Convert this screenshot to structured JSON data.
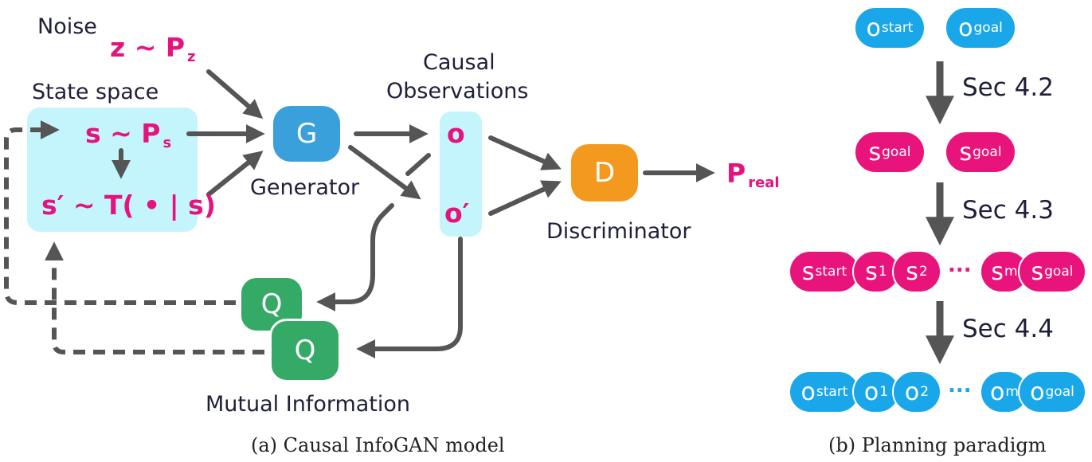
{
  "left": {
    "noise_label": "Noise",
    "z_expr": "z ~ P",
    "z_sub": "z",
    "state_space_label": "State space",
    "s_expr": "s ~ P",
    "s_sub": "s",
    "s_prime_expr": "s′ ~ T( • | s)",
    "generator_node": "G",
    "generator_label": "Generator",
    "causal_obs_label_1": "Causal",
    "causal_obs_label_2": "Observations",
    "obs_o": "o",
    "obs_o_prime": "o′",
    "discriminator_node": "D",
    "discriminator_label": "Discriminator",
    "p_real": "P",
    "p_real_sub": "real",
    "q_node_1": "Q",
    "q_node_2": "Q",
    "mutual_info_label": "Mutual Information",
    "caption": "(a) Causal InfoGAN model"
  },
  "right": {
    "row1": [
      {
        "base": "o",
        "sub": "start"
      },
      {
        "base": "o",
        "sub": "goal"
      }
    ],
    "step1": "Sec 4.2",
    "row2": [
      {
        "base": "s",
        "sub": "goal"
      },
      {
        "base": "s",
        "sub": "goal"
      }
    ],
    "step2": "Sec 4.3",
    "row3": [
      {
        "base": "s",
        "sub": "start"
      },
      {
        "base": "s",
        "sub": "1"
      },
      {
        "base": "s",
        "sub": "2"
      },
      {
        "base": "s",
        "sub": "m"
      },
      {
        "base": "s",
        "sub": "goal"
      }
    ],
    "row3_dots": "...",
    "step3": "Sec 4.4",
    "row4": [
      {
        "base": "o",
        "sub": "start"
      },
      {
        "base": "o",
        "sub": "1"
      },
      {
        "base": "o",
        "sub": "2"
      },
      {
        "base": "o",
        "sub": "m"
      },
      {
        "base": "o",
        "sub": "goal"
      }
    ],
    "row4_dots": "...",
    "caption": "(b) Planning paradigm"
  },
  "colors": {
    "magenta": "#e6137f",
    "pill_pink": "#e8147b",
    "pill_blue": "#1aa7e9",
    "panel_cyan": "#c4f5fc",
    "generator": "#3aa0dc",
    "discriminator": "#f39a1e",
    "q_green": "#35a966",
    "arrow_gray": "#555555"
  }
}
